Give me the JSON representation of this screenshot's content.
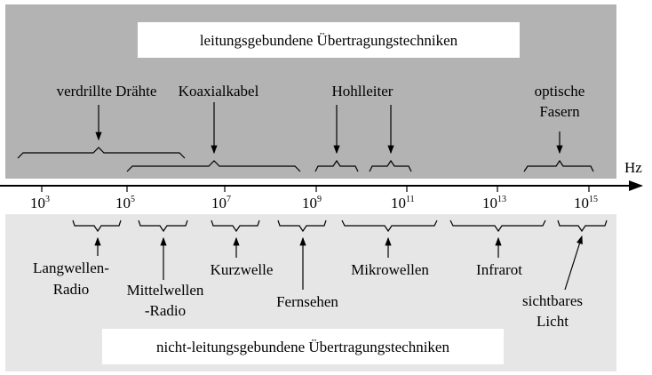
{
  "top_title": "leitungsgebundene Übertragungstechniken",
  "bottom_title": "nicht-leitungsgebundene Übertragungstechniken",
  "axis_unit": "Hz",
  "ticks": [
    {
      "base": "10",
      "exp": "3"
    },
    {
      "base": "10",
      "exp": "5"
    },
    {
      "base": "10",
      "exp": "7"
    },
    {
      "base": "10",
      "exp": "9"
    },
    {
      "base": "10",
      "exp": "11"
    },
    {
      "base": "10",
      "exp": "13"
    },
    {
      "base": "10",
      "exp": "15"
    }
  ],
  "wired": [
    {
      "label": "verdrillte Drähte"
    },
    {
      "label": "Koaxialkabel"
    },
    {
      "label": "Hohlleiter"
    },
    {
      "label1": "optische",
      "label2": "Fasern"
    }
  ],
  "wireless": [
    {
      "label1": "Langwellen-",
      "label2": "Radio"
    },
    {
      "label1": "Mittelwellen",
      "label2": "-Radio"
    },
    {
      "label": "Kurzwelle"
    },
    {
      "label": "Fernsehen"
    },
    {
      "label": "Mikrowellen"
    },
    {
      "label": "Infrarot"
    },
    {
      "label1": "sichtbares",
      "label2": "Licht"
    }
  ],
  "colors": {
    "top_panel": "#b3b3b3",
    "bottom_panel": "#e6e6e6"
  }
}
